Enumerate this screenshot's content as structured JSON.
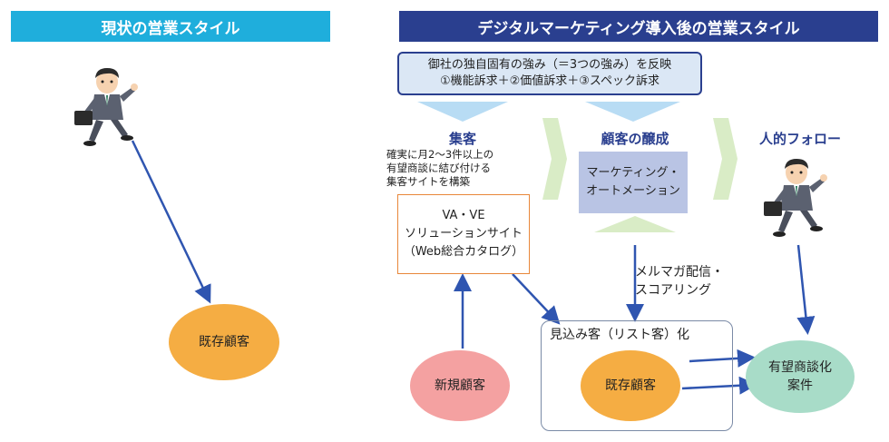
{
  "headers": {
    "current": "現状の営業スタイル",
    "after": "デジタルマーケティング導入後の営業スタイル"
  },
  "strength": {
    "line1": "御社の独自固有の強み（＝3つの強み）を反映",
    "line2": "①機能訴求＋②価値訴求＋③スペック訴求"
  },
  "sections": {
    "acquisition": "集客",
    "nurturing": "顧客の醸成",
    "follow": "人的フォロー"
  },
  "acquisition_desc": [
    "確実に月2～3件以上の",
    "有望商談に結び付ける",
    "集客サイトを構築"
  ],
  "site_box": [
    "VA・VE",
    "ソリューションサイト",
    "（Web総合カタログ）"
  ],
  "ma_box": [
    "マーケティング・",
    "オートメーション"
  ],
  "mail_label": [
    "メルマガ配信・",
    "スコアリング"
  ],
  "prospect_label": "見込み客（リスト客）化",
  "ovals": {
    "existing_left": "既存顧客",
    "new_customer": "新規顧客",
    "existing_right": "既存顧客",
    "deal": [
      "有望商談化",
      "案件"
    ]
  },
  "colors": {
    "header_left": "#1faedc",
    "header_right": "#2a3f8f",
    "arrow": "#2f55b0",
    "chevron_blue": "#b8dcf4",
    "chevron_green": "#d9ecc6"
  }
}
